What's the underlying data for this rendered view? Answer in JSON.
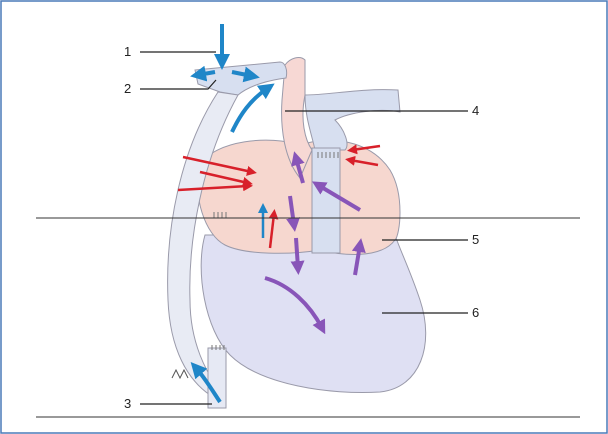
{
  "diagram": {
    "labels": [
      {
        "id": "1",
        "text": "1"
      },
      {
        "id": "2",
        "text": "2"
      },
      {
        "id": "3",
        "text": "3"
      },
      {
        "id": "4",
        "text": "4"
      },
      {
        "id": "5",
        "text": "5"
      },
      {
        "id": "6",
        "text": "6"
      }
    ],
    "colors": {
      "frame_border": "#4a7ab8",
      "atrium": "#f6d7cf",
      "ventricle": "#dfe0f3",
      "vessel": "#d7dff0",
      "aorta": "#f7d8d4",
      "outline": "#9a9aaa",
      "arrow_blue": "#1f86c8",
      "arrow_red": "#d8202a",
      "arrow_purple": "#8855b8",
      "leader_line": "#222222",
      "horizontal_rule": "#333333"
    },
    "icons": [
      "arrow-blue",
      "arrow-red",
      "arrow-purple"
    ]
  }
}
